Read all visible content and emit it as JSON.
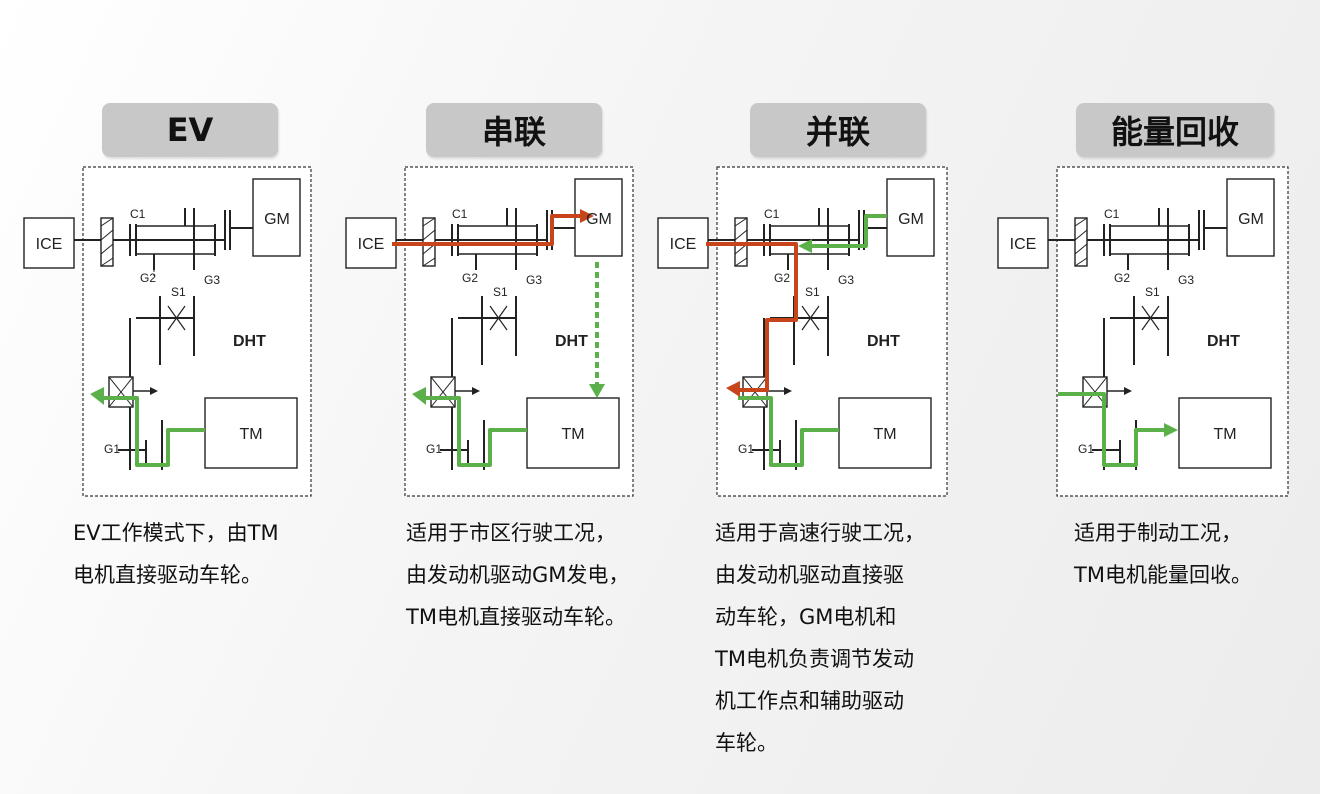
{
  "panels": [
    {
      "title": "EV",
      "desc": [
        "EV工作模式下，由TM",
        "电机直接驱动车轮。"
      ]
    },
    {
      "title": "串联",
      "desc": [
        "适用于市区行驶工况，",
        "由发动机驱动GM发电，",
        "TM电机直接驱动车轮。"
      ]
    },
    {
      "title": "并联",
      "desc": [
        "适用于高速行驶工况，",
        "由发动机驱动直接驱",
        "动车轮，GM电机和",
        "TM电机负责调节发动",
        "机工作点和辅助驱动",
        "车轮。"
      ]
    },
    {
      "title": "能量回收",
      "desc": [
        "适用于制动工况，",
        "TM电机能量回收。"
      ]
    }
  ],
  "diagram_labels": {
    "ice": "ICE",
    "gm": "GM",
    "tm": "TM",
    "dht": "DHT",
    "c1": "C1",
    "g2": "G2",
    "g3": "G3",
    "s1": "S1",
    "g1": "G1"
  },
  "colors": {
    "engine_flow": "#c8441a",
    "electric_flow": "#5cb04a",
    "title_bg": "#c8c8c8"
  }
}
